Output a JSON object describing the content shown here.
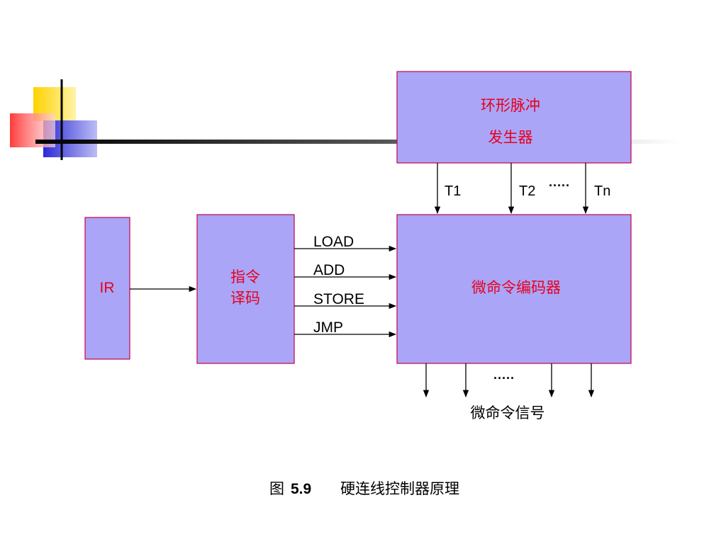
{
  "colors": {
    "box_fill": "#aaa5f7",
    "box_stroke": "#c8004a",
    "label_red": "#e8001e",
    "deco_yellow": "#ffd200",
    "deco_red": "#ff3b3b",
    "deco_blue": "#2b2bd6"
  },
  "pulse_generator": {
    "line1": "环形脉冲",
    "line2": "发生器"
  },
  "timing": {
    "t1": "T1",
    "t2": "T2",
    "tn": "Tn",
    "dots": "·····"
  },
  "ir": {
    "label": "IR"
  },
  "decoder": {
    "line1": "指令",
    "line2": "译码"
  },
  "instructions": {
    "load": "LOAD",
    "add": "ADD",
    "store": "STORE",
    "jmp": "JMP"
  },
  "encoder": {
    "label": "微命令编码器"
  },
  "outputs": {
    "dots": "·····",
    "label": "微命令信号"
  },
  "caption": {
    "prefix": "图",
    "number": "5.9",
    "title": "硬连线控制器原理"
  }
}
